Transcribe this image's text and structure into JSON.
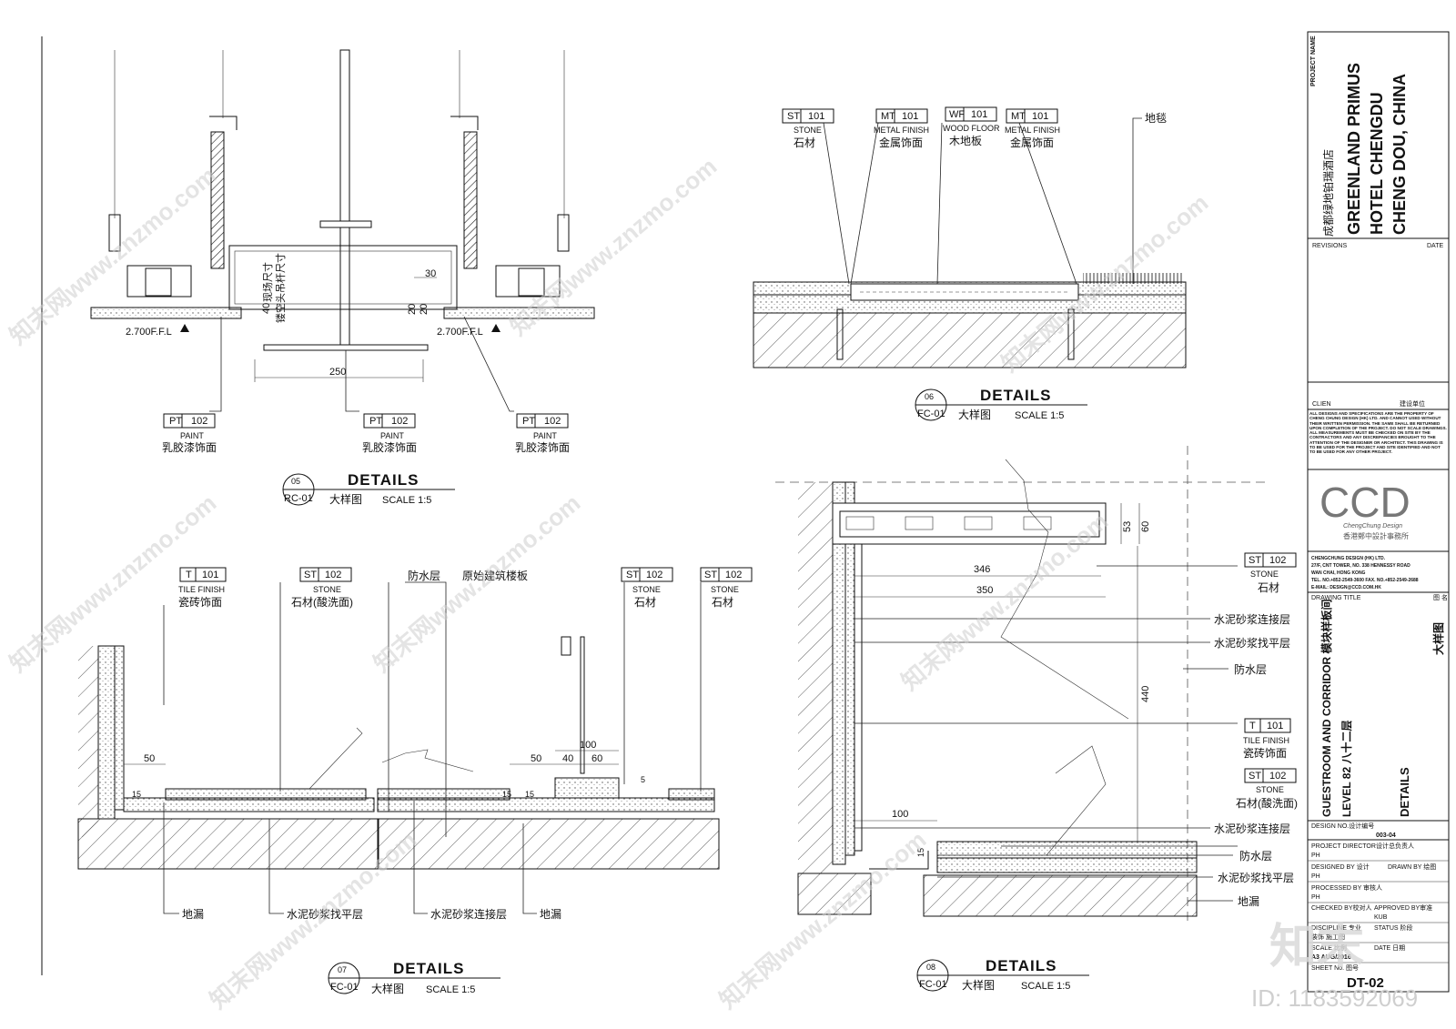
{
  "watermark": {
    "site_text": "知末网www.znzmo.com",
    "logo_text": "知末",
    "id_text": "ID: 1183592069"
  },
  "details": [
    {
      "number": "05",
      "ref": "RC-01",
      "title": "DETAILS",
      "scale_cn": "大样图",
      "scale": "SCALE  1:5",
      "level_marks": [
        "2.700F.F.L",
        "2.700F.F.L"
      ],
      "dims": [
        "250",
        "30",
        "20",
        "20",
        "40"
      ],
      "vertical_dims": [
        "现场尺寸",
        "镂空头吊杆尺寸"
      ],
      "tags": [
        {
          "code": "PT",
          "num": "102",
          "en": "PAINT",
          "cn": "乳胶漆饰面"
        },
        {
          "code": "PT",
          "num": "102",
          "en": "PAINT",
          "cn": "乳胶漆饰面"
        },
        {
          "code": "PT",
          "num": "102",
          "en": "PAINT",
          "cn": "乳胶漆饰面"
        }
      ]
    },
    {
      "number": "06",
      "ref": "FC-01",
      "title": "DETAILS",
      "scale_cn": "大样图",
      "scale": "SCALE  1:5",
      "tags": [
        {
          "code": "ST",
          "num": "101",
          "en": "STONE",
          "cn": "石材"
        },
        {
          "code": "MT",
          "num": "101",
          "en": "METAL FINISH",
          "cn": "金属饰面"
        },
        {
          "code": "WF",
          "num": "101",
          "en": "WOOD FLOOR",
          "cn": "木地板"
        },
        {
          "code": "MT",
          "num": "101",
          "en": "METAL FINISH",
          "cn": "金属饰面"
        }
      ],
      "labels": [
        "地毯"
      ]
    },
    {
      "number": "07",
      "ref": "FC-01",
      "title": "DETAILS",
      "scale_cn": "大样图",
      "scale": "SCALE  1:5",
      "tags": [
        {
          "code": "T",
          "num": "101",
          "en": "TILE FINISH",
          "cn": "瓷砖饰面"
        },
        {
          "code": "ST",
          "num": "102",
          "en": "STONE",
          "cn": "石材(酸洗面)"
        },
        {
          "code": "ST",
          "num": "102",
          "en": "STONE",
          "cn": "石材"
        },
        {
          "code": "ST",
          "num": "102",
          "en": "STONE",
          "cn": "石材"
        }
      ],
      "labels_top": [
        "防水层",
        "原始建筑楼板"
      ],
      "labels_bottom": [
        "地漏",
        "水泥砂浆找平层",
        "水泥砂浆连接层",
        "地漏"
      ],
      "dims": [
        "50",
        "15",
        "15",
        "50",
        "15",
        "100",
        "40",
        "60",
        "5"
      ]
    },
    {
      "number": "08",
      "ref": "FC-01",
      "title": "DETAILS",
      "scale_cn": "大样图",
      "scale": "SCALE  1:5",
      "tags": [
        {
          "code": "ST",
          "num": "102",
          "en": "STONE",
          "cn": "石材"
        },
        {
          "code": "T",
          "num": "101",
          "en": "TILE FINISH",
          "cn": "瓷砖饰面"
        },
        {
          "code": "ST",
          "num": "102",
          "en": "STONE",
          "cn": "石材(酸洗面)"
        }
      ],
      "labels": [
        "水泥砂浆连接层",
        "水泥砂浆找平层",
        "防水层",
        "水泥砂浆连接层",
        "防水层",
        "水泥砂浆找平层",
        "地漏"
      ],
      "dims": [
        "346",
        "350",
        "53",
        "60",
        "440",
        "100",
        "15"
      ]
    }
  ],
  "title_block": {
    "project_name_label": "PROJECT NAME",
    "project_lines": [
      "GREENLAND PRIMUS",
      "HOTEL CHENGDU",
      "CHENG DOU, CHINA"
    ],
    "project_cn": "成都绿地铂瑞酒店",
    "revisions": "REVISIONS",
    "date": "DATE",
    "client": "CLIEN",
    "client_cn": "建设单位",
    "note": "ALL DESIGNS AND SPECIFICATIONS ARE THE PROPERTY OF CHENG CHUNG DESIGN (HK) LTD. AND CANNOT USED WITHOUT THEIR WRITTEN PERMISSION. THE SAME SHALL BE RETURNED UPON COMPLETION OF THE PROJECT. DO NOT SCALE DRAWINGS. ALL MEASUREMENTS MUST BE CHECKED ON SITE BY THE CONTRACTORS AND ANY DISCREPANCIES BROUGHT TO THE ATTENTION OF THE DESIGNER OR ARCHITECT. THIS DRAWING IS TO BE USED FOR THE PROJECT AND SITE IDENTIFIED AND NOT TO BE USED FOR ANY OTHER PROJECT.",
    "logo": "CCD",
    "logo_sub": "ChengChung Design",
    "logo_cn": "香港鄭中設計事務所",
    "company_lines": [
      "CHENGCHUNG DESIGN (HK) LTD.",
      "27/F, CNT TOWER, NO. 338 HENNESSY ROAD",
      "WAN CHAI, HONG KONG",
      "TEL. NO.+852-2549-3600   FAX. NO.+852-2549-2688",
      "E-MAIL: DESIGN@CCD.COM.HK"
    ],
    "drawing_title_label": "DRAWING TITLE",
    "drawing_title_cn_label": "图 名",
    "drawing_title_lines": [
      "GUESTROOM AND CORRIDOR 模块样板间",
      "LEVEL 82   八十二层"
    ],
    "drawing_title_cn": "大样图",
    "drawing_title_en": "DETAILS",
    "design_no_label": "DESIGN NO.设计编号",
    "design_no": "003-04",
    "rows": [
      {
        "label": "PROJECT DIRECTOR",
        "cn": "设计总负责人",
        "value": "PH"
      },
      {
        "label": "DESIGNED BY 设计",
        "cn": "DRAWN BY 绘图",
        "value": "PH"
      },
      {
        "label": "PROCESSED BY 审核人",
        "cn": "",
        "value": "PH"
      },
      {
        "label": "CHECKED BY校对人",
        "cn": "APPROVED BY审准",
        "value": "KUB"
      },
      {
        "label": "DISCIPLINE 专业",
        "cn": "STATUS 阶段",
        "value": "装饰   施工图"
      },
      {
        "label": "SCALE 比例",
        "cn": "DATE 日期",
        "value": "A3   AUG/2016"
      },
      {
        "label": "SHEET No. 图号",
        "cn": "",
        "value": "DT-02"
      }
    ]
  }
}
